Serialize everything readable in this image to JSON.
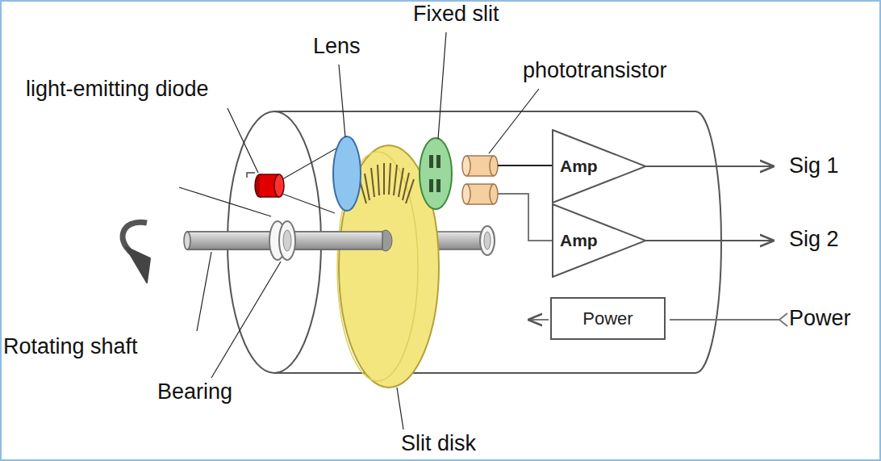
{
  "diagram": {
    "nodes": [
      {
        "text": [
          "Amp"
        ]
      },
      {
        "text": [
          "Amp"
        ]
      },
      {
        "text": [
          "Power"
        ]
      }
    ],
    "labels": [
      "Fixed slit",
      "Lens",
      "light-emitting diode",
      "phototransistor",
      "Sig 1",
      "Sig 2",
      "Power",
      "Rotating shaft",
      "Bearing",
      "Slit disk"
    ]
  }
}
